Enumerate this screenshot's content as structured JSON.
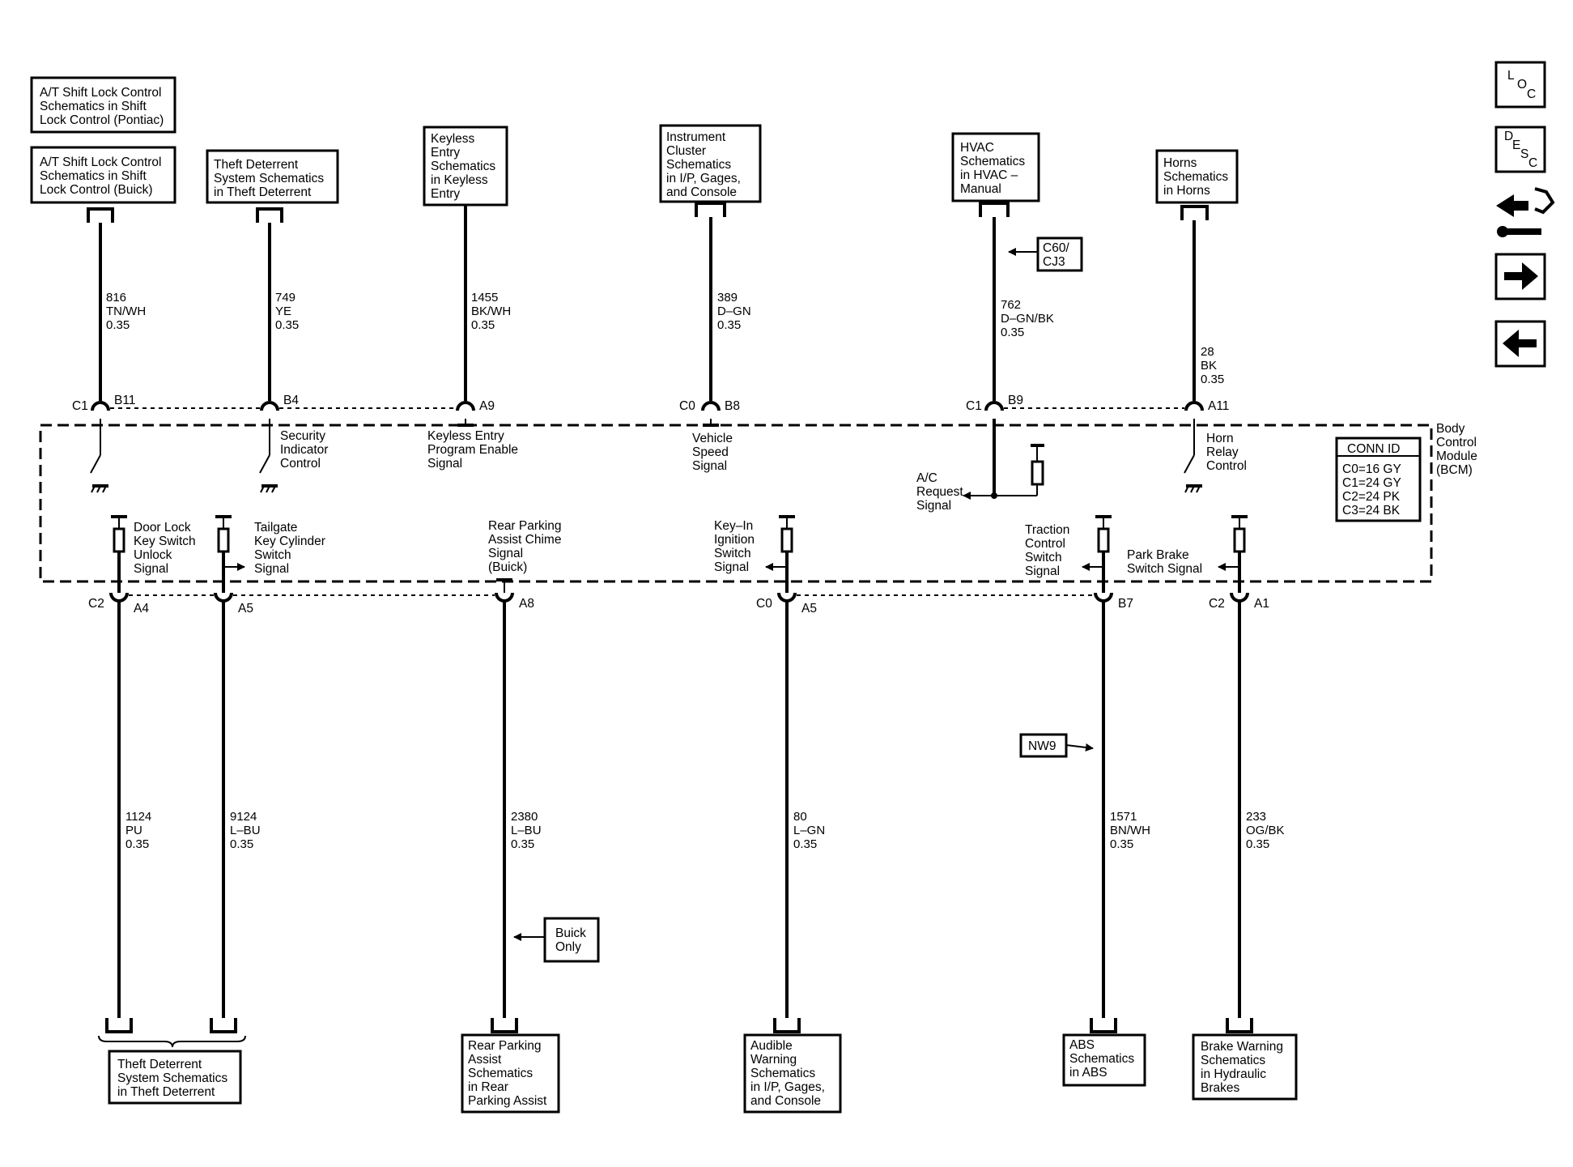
{
  "module": {
    "label_lines": [
      "Body",
      "Control",
      "Module",
      "(BCM)"
    ]
  },
  "conn_id": {
    "title": "CONN ID",
    "rows": [
      "C0=16 GY",
      "C1=24 GY",
      "C2=24 PK",
      "C3=24 BK"
    ]
  },
  "nav_icons": [
    {
      "name": "loc-icon",
      "letters": [
        "L",
        "O",
        "C"
      ]
    },
    {
      "name": "desc-icon",
      "letters": [
        "D",
        "E",
        "S",
        "C"
      ]
    },
    {
      "name": "component-icon"
    },
    {
      "name": "next-arrow-icon"
    },
    {
      "name": "prev-arrow-icon"
    }
  ],
  "top_refs": [
    {
      "id": "shift-lock-pontiac",
      "lines": [
        "A/T Shift Lock Control",
        "Schematics in Shift",
        "Lock Control (Pontiac)"
      ]
    },
    {
      "id": "shift-lock-buick",
      "lines": [
        "A/T Shift Lock Control",
        "Schematics in Shift",
        "Lock Control (Buick)"
      ]
    },
    {
      "id": "theft-deterrent-top",
      "lines": [
        "Theft Deterrent",
        "System Schematics",
        "in Theft Deterrent"
      ]
    },
    {
      "id": "keyless-entry",
      "lines": [
        "Keyless",
        "Entry",
        "Schematics",
        "in Keyless",
        "Entry"
      ]
    },
    {
      "id": "instrument-cluster",
      "lines": [
        "Instrument",
        "Cluster",
        "Schematics",
        "in I/P, Gages,",
        "and Console"
      ]
    },
    {
      "id": "hvac",
      "lines": [
        "HVAC",
        "Schematics",
        "in HVAC –",
        "Manual"
      ]
    },
    {
      "id": "horns",
      "lines": [
        "Horns",
        "Schematics",
        "in Horns"
      ]
    }
  ],
  "bottom_refs": [
    {
      "id": "theft-deterrent-bottom",
      "lines": [
        "Theft Deterrent",
        "System Schematics",
        "in Theft Deterrent"
      ]
    },
    {
      "id": "rear-parking",
      "lines": [
        "Rear Parking",
        "Assist",
        "Schematics",
        "in Rear",
        "Parking Assist"
      ]
    },
    {
      "id": "audible-warning",
      "lines": [
        "Audible",
        "Warning",
        "Schematics",
        "in I/P, Gages,",
        "and Console"
      ]
    },
    {
      "id": "abs",
      "lines": [
        "ABS",
        "Schematics",
        "in ABS"
      ]
    },
    {
      "id": "brake-warning",
      "lines": [
        "Brake Warning",
        "Schematics",
        "in Hydraulic",
        "Brakes"
      ]
    }
  ],
  "option_tags": [
    {
      "id": "c60-cj3",
      "lines": [
        "C60/",
        "CJ3"
      ]
    },
    {
      "id": "nw9",
      "lines": [
        "NW9"
      ]
    },
    {
      "id": "buick-only",
      "lines": [
        "Buick",
        "Only"
      ]
    }
  ],
  "top_wires": [
    {
      "circuit": "816",
      "color": "TN/WH",
      "gauge": "0.35"
    },
    {
      "circuit": "749",
      "color": "YE",
      "gauge": "0.35"
    },
    {
      "circuit": "1455",
      "color": "BK/WH",
      "gauge": "0.35"
    },
    {
      "circuit": "389",
      "color": "D–GN",
      "gauge": "0.35"
    },
    {
      "circuit": "762",
      "color": "D–GN/BK",
      "gauge": "0.35"
    },
    {
      "circuit": "28",
      "color": "BK",
      "gauge": "0.35"
    }
  ],
  "bottom_wires": [
    {
      "circuit": "1124",
      "color": "PU",
      "gauge": "0.35"
    },
    {
      "circuit": "9124",
      "color": "L–BU",
      "gauge": "0.35"
    },
    {
      "circuit": "2380",
      "color": "L–BU",
      "gauge": "0.35"
    },
    {
      "circuit": "80",
      "color": "L–GN",
      "gauge": "0.35"
    },
    {
      "circuit": "1571",
      "color": "BN/WH",
      "gauge": "0.35"
    },
    {
      "circuit": "233",
      "color": "OG/BK",
      "gauge": "0.35"
    }
  ],
  "top_connectors": [
    {
      "connector": "C1",
      "pin": "B11"
    },
    {
      "connector": "",
      "pin": "B4"
    },
    {
      "connector": "",
      "pin": "A9"
    },
    {
      "connector": "C0",
      "pin": "B8"
    },
    {
      "connector": "C1",
      "pin": "B9"
    },
    {
      "connector": "",
      "pin": "A11"
    }
  ],
  "bottom_connectors": [
    {
      "connector": "C2",
      "pin": "A4"
    },
    {
      "connector": "",
      "pin": "A5"
    },
    {
      "connector": "",
      "pin": "A8"
    },
    {
      "connector": "C0",
      "pin": "A5"
    },
    {
      "connector": "",
      "pin": "B7"
    },
    {
      "connector": "C2",
      "pin": "A1"
    }
  ],
  "top_signals": [
    {
      "id": "security-indicator",
      "lines": [
        "Security",
        "Indicator",
        "Control"
      ]
    },
    {
      "id": "keyless-program",
      "lines": [
        "Keyless Entry",
        "Program Enable",
        "Signal"
      ]
    },
    {
      "id": "vehicle-speed",
      "lines": [
        "Vehicle",
        "Speed",
        "Signal"
      ]
    },
    {
      "id": "ac-request",
      "lines": [
        "A/C",
        "Request",
        "Signal"
      ]
    },
    {
      "id": "horn-relay",
      "lines": [
        "Horn",
        "Relay",
        "Control"
      ]
    }
  ],
  "bottom_signals": [
    {
      "id": "door-lock-unlock",
      "lines": [
        "Door Lock",
        "Key Switch",
        "Unlock",
        "Signal"
      ]
    },
    {
      "id": "tailgate-key",
      "lines": [
        "Tailgate",
        "Key Cylinder",
        "Switch",
        "Signal"
      ]
    },
    {
      "id": "rear-parking-chime",
      "lines": [
        "Rear Parking",
        "Assist  Chime",
        "Signal",
        "(Buick)"
      ]
    },
    {
      "id": "key-in-ignition",
      "lines": [
        "Key–In",
        "Ignition",
        "Switch",
        "Signal"
      ]
    },
    {
      "id": "traction-control",
      "lines": [
        "Traction",
        "Control",
        "Switch",
        "Signal"
      ]
    },
    {
      "id": "park-brake",
      "lines": [
        "Park Brake",
        "Switch Signal"
      ]
    }
  ]
}
